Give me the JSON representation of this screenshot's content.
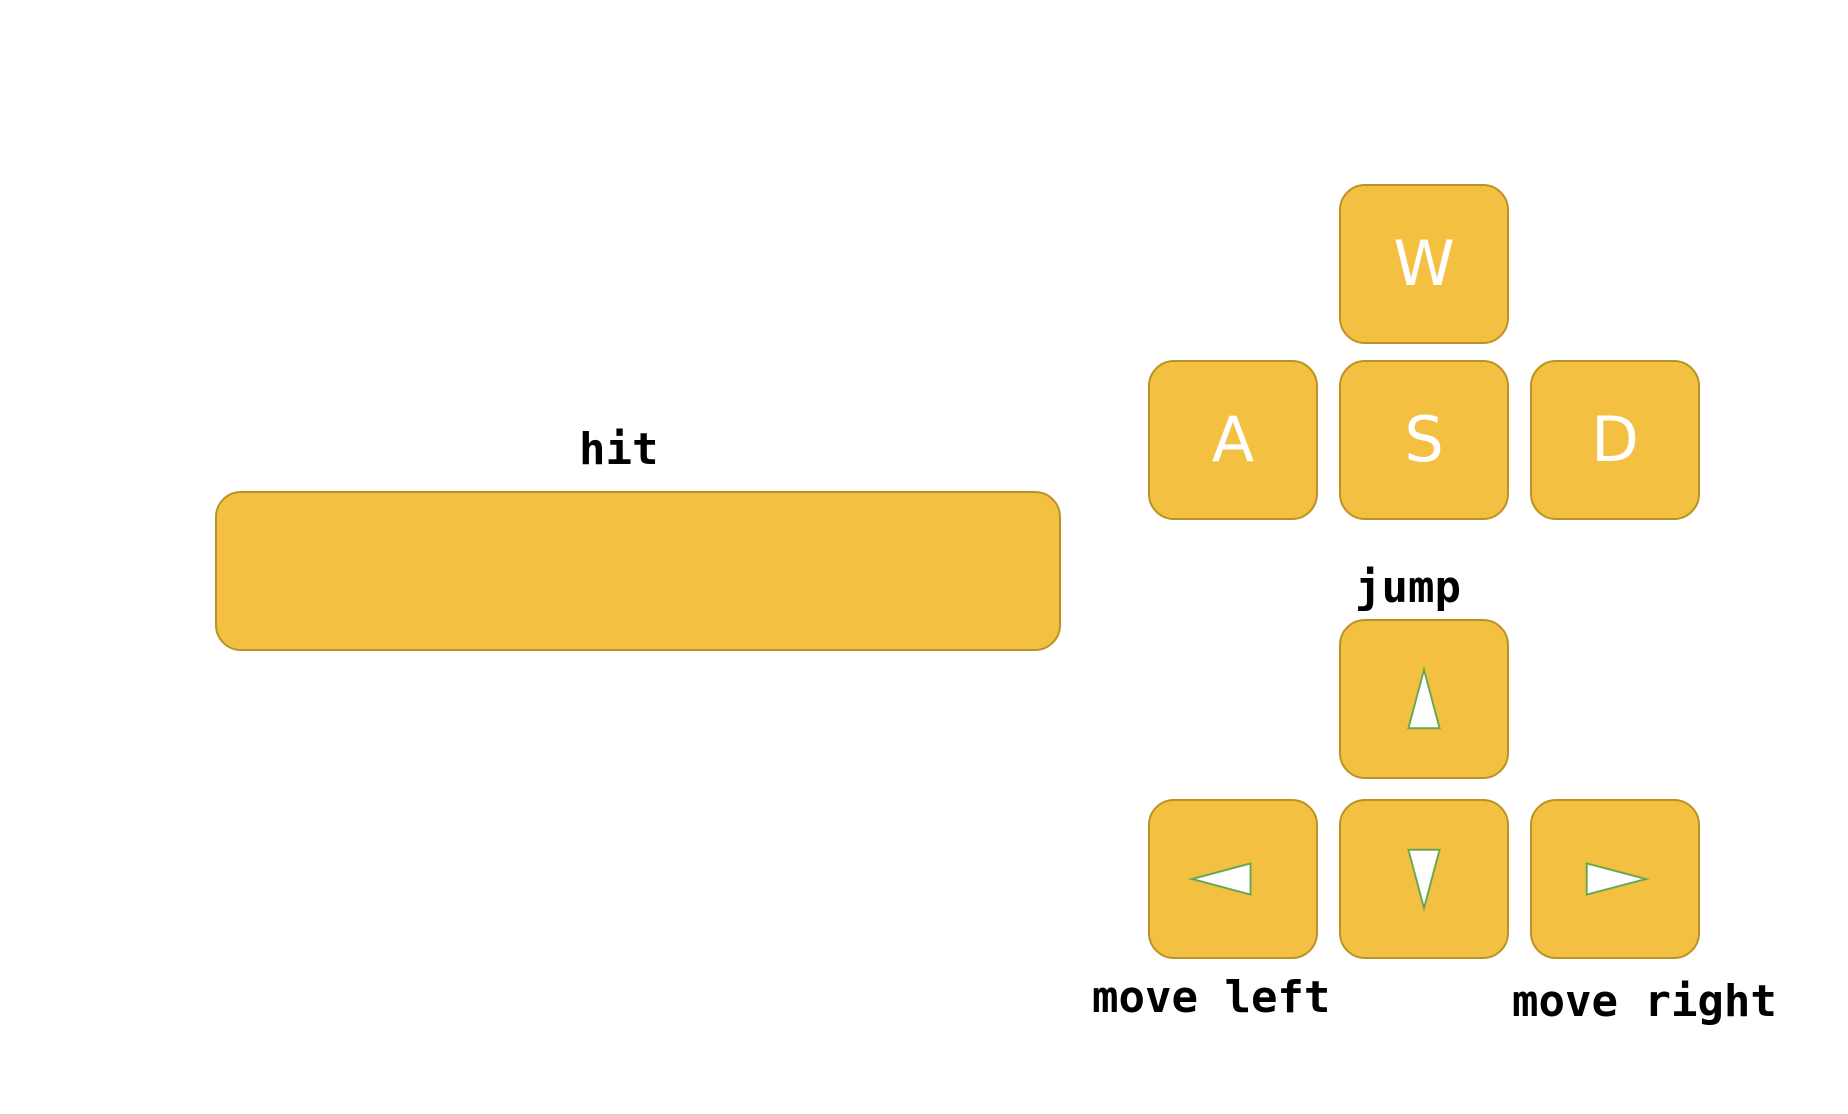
{
  "labels": {
    "hit": "hit",
    "jump": "jump",
    "move_left": "move left",
    "move_right": "move right"
  },
  "keys": {
    "w": "W",
    "a": "A",
    "s": "S",
    "d": "D"
  },
  "arrows": {
    "up": "arrow-up-icon",
    "left": "arrow-left-icon",
    "down": "arrow-down-icon",
    "right": "arrow-right-icon"
  },
  "colors": {
    "key_fill": "#F4C042",
    "key_border": "#B89325",
    "key_text": "#FFFFFF",
    "arrow_fill": "#FFFFFF",
    "arrow_stroke": "#6AA84F",
    "label_text": "#000000"
  }
}
